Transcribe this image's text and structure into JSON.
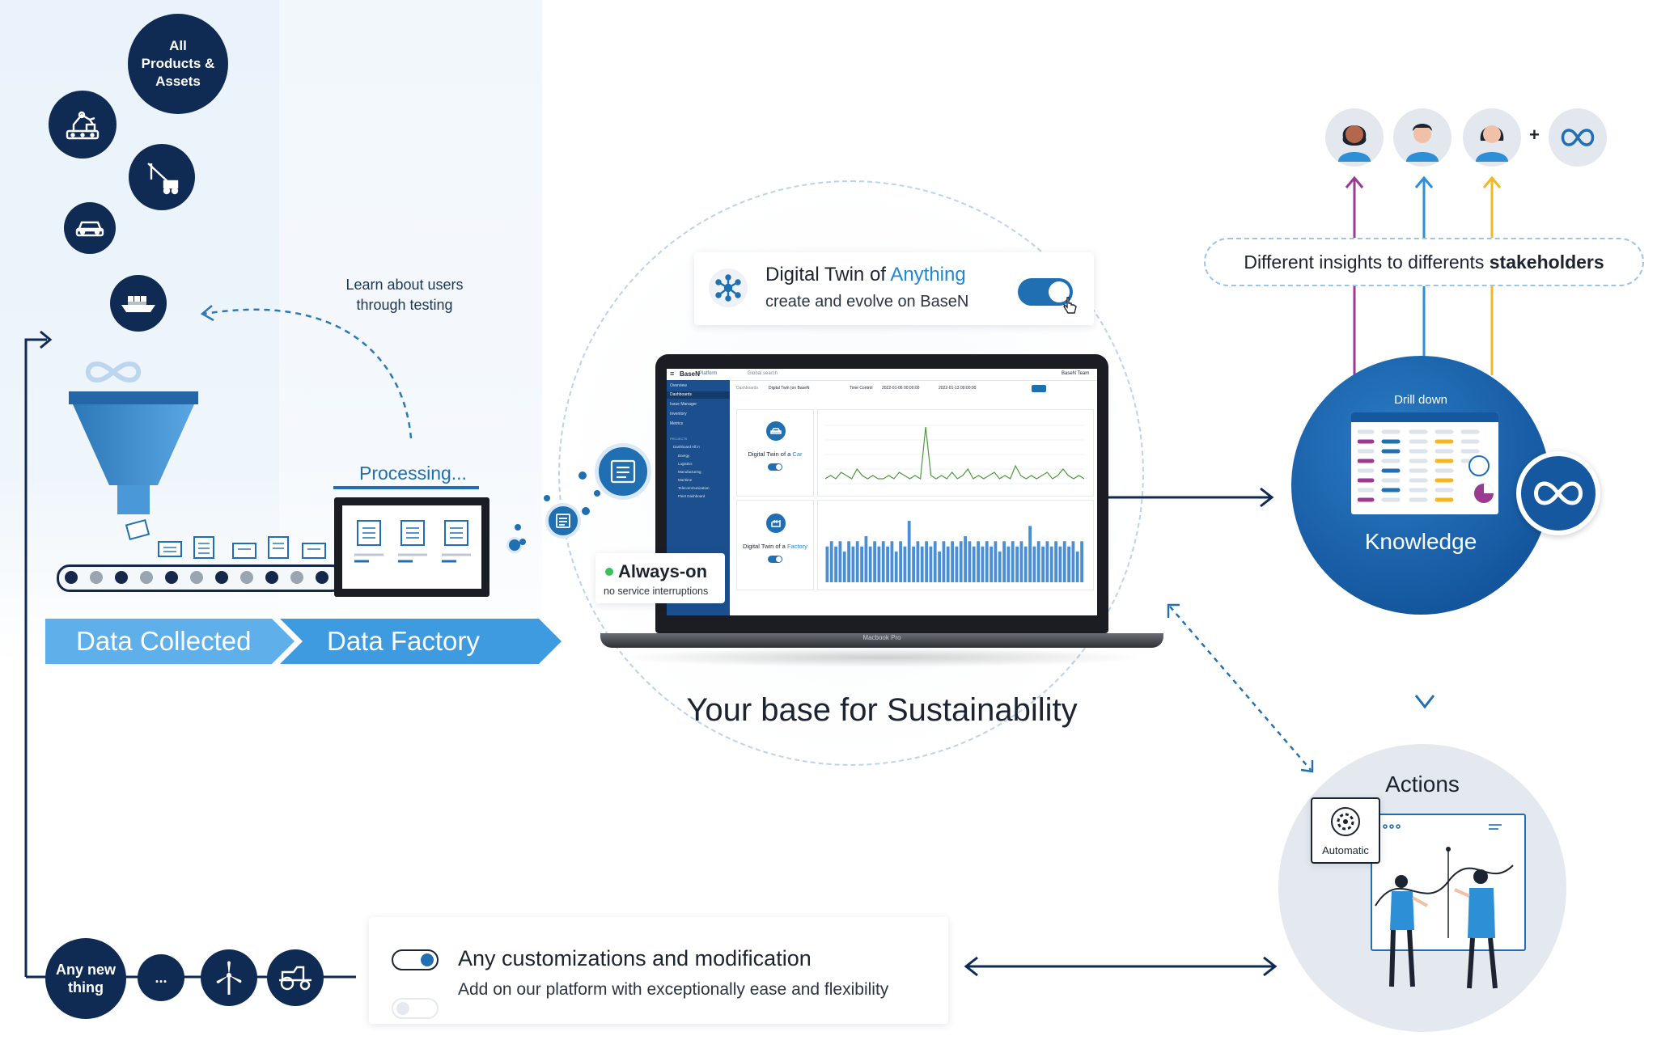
{
  "funnel": {
    "products_assets_label": "All Products & Assets",
    "learn_text_line1": "Learn about users",
    "learn_text_line2": "through testing",
    "processing_label": "Processing...",
    "stage1_label": "Data Collected",
    "stage2_label": "Data Factory"
  },
  "center": {
    "twin_title_prefix": "Digital Twin of",
    "twin_title_highlight": "Anything",
    "twin_subtitle": "create and evolve on BaseN",
    "always_on_title": "Always-on",
    "always_on_sub": "no service interruptions",
    "main_title": "Your base for Sustainability",
    "laptop_model": "Macbook Pro"
  },
  "screen": {
    "brand": "BaseN",
    "brand_sub": "Platform",
    "search_placeholder": "Global search",
    "user": "BaseN Team",
    "breadcrumb_1": "Dashboards",
    "breadcrumb_2": "Digital Twin (on BaseN",
    "time_label": "Time Control",
    "time_from": "2022-01-06 00:00:00",
    "time_to": "2022-01-13 00:00:00",
    "nav_items": [
      "Overview",
      "Dashboards",
      "Issue Manager",
      "Inventory",
      "Metrics"
    ],
    "nav_section": "PROJECTS",
    "project_items": [
      "Dashboard All in",
      "Energy",
      "Logistics",
      "Manufacturing",
      "Maritime",
      "Telecommunication",
      "Fleet Dashboard"
    ],
    "card1_prefix": "Digital Twin of a",
    "card1_highlight": "Car",
    "card2_prefix": "Digital Twin of a",
    "card2_highlight": "Factory"
  },
  "right": {
    "insights_prefix": "Different insights to differents",
    "insights_bold": "stakeholders",
    "drill_down": "Drill down",
    "knowledge": "Knowledge",
    "actions": "Actions",
    "automatic": "Automatic",
    "plus": "+"
  },
  "bottom": {
    "any_new_thing": "Any new thing",
    "ellipsis": "...",
    "custom_title": "Any customizations and modification",
    "custom_sub": "Add on our platform with exceptionally ease and flexibility"
  },
  "colors": {
    "navy": "#0f2a53",
    "blue": "#1f6fb2",
    "light_blue": "#4aa3e6",
    "purple": "#9b3b8f",
    "yellow": "#f2b824",
    "green": "#3ac25a"
  },
  "chart_data": [
    {
      "type": "line",
      "title": "",
      "series": [
        {
          "values": [
            2,
            3,
            2,
            4,
            3,
            2,
            5,
            3,
            2,
            3,
            2,
            2,
            3,
            2,
            4,
            3,
            2,
            3,
            2,
            18,
            3,
            2,
            3,
            2,
            4,
            2,
            3,
            5,
            2,
            3,
            2,
            3,
            4,
            2,
            3,
            2,
            6,
            3,
            2,
            3,
            2,
            3,
            4,
            2,
            3,
            5,
            3,
            2,
            3,
            2
          ]
        }
      ]
    },
    {
      "type": "bar",
      "title": "",
      "series": [
        {
          "values": [
            7,
            8,
            7,
            8,
            6,
            8,
            7,
            8,
            7,
            9,
            7,
            8,
            7,
            8,
            7,
            8,
            6,
            8,
            7,
            12,
            7,
            8,
            7,
            8,
            7,
            8,
            6,
            8,
            7,
            8,
            7,
            8,
            9,
            8,
            7,
            8,
            7,
            8,
            7,
            8,
            6,
            8,
            7,
            8,
            7,
            8,
            7,
            11,
            7,
            8,
            7,
            8,
            7,
            8,
            7,
            8,
            7,
            8,
            6,
            8
          ]
        }
      ]
    }
  ]
}
